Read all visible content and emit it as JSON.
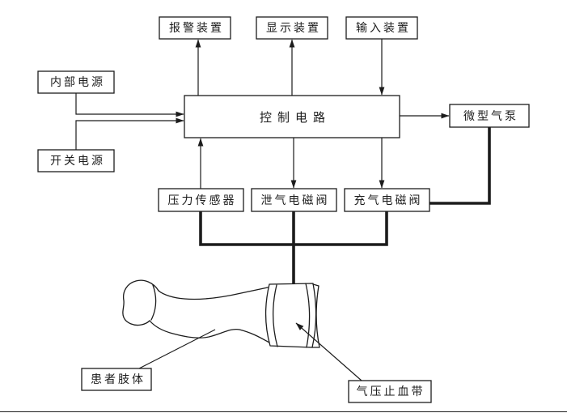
{
  "figure": {
    "background": "#ffffff",
    "line_color": "#1c1c1c",
    "nodes": {
      "alarm": {
        "label": "报警装置"
      },
      "display": {
        "label": "显示装置"
      },
      "input": {
        "label": "输入装置"
      },
      "internal_power": {
        "label": "内部电源"
      },
      "switch_power": {
        "label": "开关电源"
      },
      "control": {
        "label": "控制电路"
      },
      "pump": {
        "label": "微型气泵"
      },
      "pressure_sensor": {
        "label": "压力传感器"
      },
      "deflate_valve": {
        "label": "泄气电磁阀"
      },
      "inflate_valve": {
        "label": "充气电磁阀"
      },
      "patient_limb": {
        "label": "患者肢体"
      },
      "tourniquet": {
        "label": "气压止血带"
      }
    }
  }
}
